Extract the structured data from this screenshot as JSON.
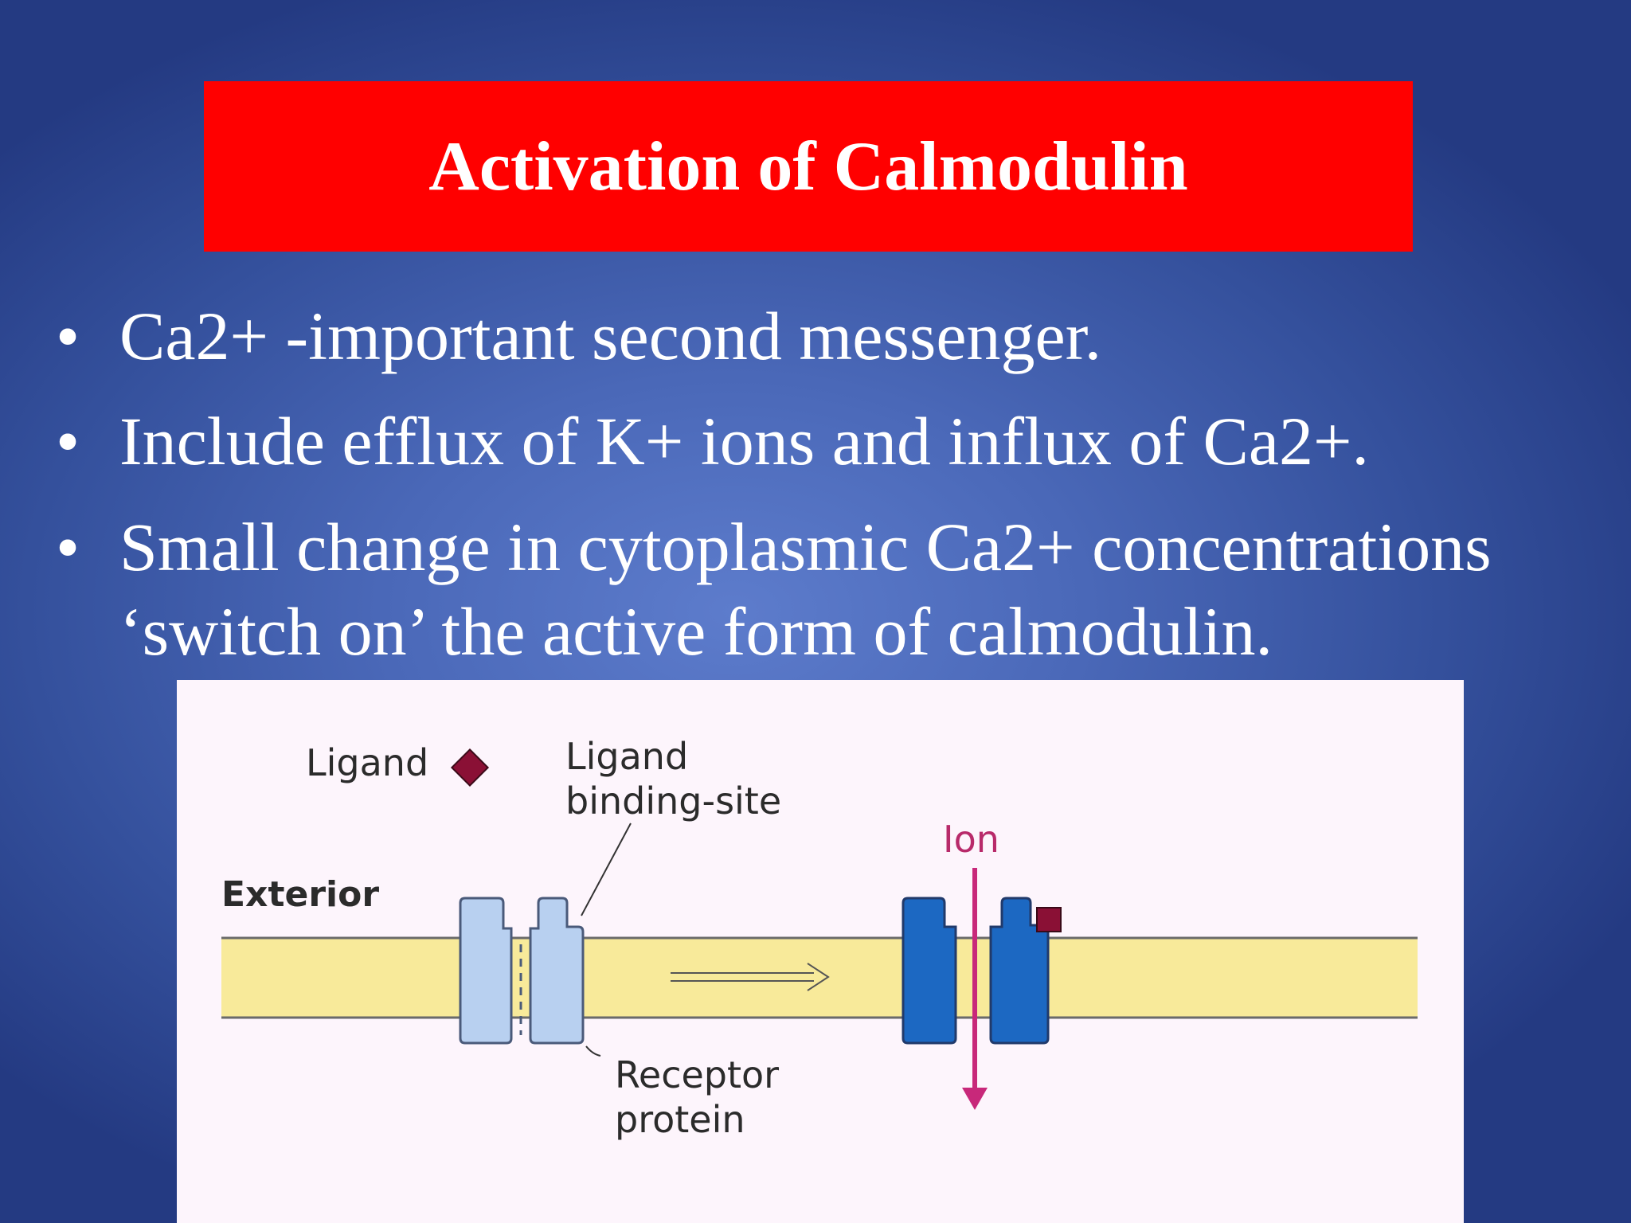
{
  "slide": {
    "title": "Activation of Calmodulin",
    "bullets": [
      {
        "text": "Ca2+ -important second messenger."
      },
      {
        "text": "Include efflux of K+ ions and influx of Ca2+."
      },
      {
        "text": "Small change in cytoplasmic Ca2+ concentrations ‘switch on’ the active form of calmodulin."
      }
    ]
  },
  "diagram": {
    "labels": {
      "ligand": "Ligand",
      "binding_site_line1": "Ligand",
      "binding_site_line2": "binding-site",
      "ion": "Ion",
      "exterior": "Exterior",
      "receptor_line1": "Receptor",
      "receptor_line2": "protein"
    },
    "colors": {
      "membrane": "#f8ea9a",
      "receptor_closed": "#b8d0f0",
      "receptor_open": "#1c68c2",
      "ligand": "#8a1035",
      "ion_arrow": "#c8287a",
      "title_bar": "#ff0000"
    }
  }
}
